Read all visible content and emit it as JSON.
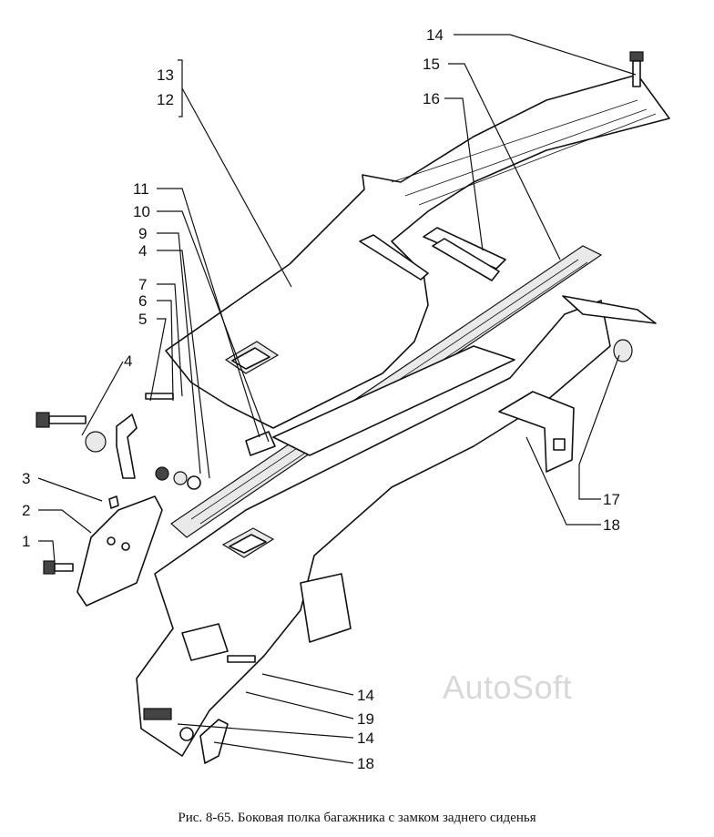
{
  "figure": {
    "caption": "Рис. 8-65. Боковая полка багажника с замком заднего сиденья",
    "watermark": "AutoSoft",
    "callouts": [
      {
        "id": "c14a",
        "label": "14"
      },
      {
        "id": "c15",
        "label": "15"
      },
      {
        "id": "c13",
        "label": "13"
      },
      {
        "id": "c12",
        "label": "12"
      },
      {
        "id": "c16",
        "label": "16"
      },
      {
        "id": "c11",
        "label": "11"
      },
      {
        "id": "c10",
        "label": "10"
      },
      {
        "id": "c9",
        "label": "9"
      },
      {
        "id": "c4a",
        "label": "4"
      },
      {
        "id": "c7",
        "label": "7"
      },
      {
        "id": "c6",
        "label": "6"
      },
      {
        "id": "c5",
        "label": "5"
      },
      {
        "id": "c4b",
        "label": "4"
      },
      {
        "id": "c3",
        "label": "3"
      },
      {
        "id": "c2",
        "label": "2"
      },
      {
        "id": "c1",
        "label": "1"
      },
      {
        "id": "c17",
        "label": "17"
      },
      {
        "id": "c18a",
        "label": "18"
      },
      {
        "id": "c14b",
        "label": "14"
      },
      {
        "id": "c19",
        "label": "19"
      },
      {
        "id": "c14c",
        "label": "14"
      },
      {
        "id": "c18b",
        "label": "18"
      }
    ]
  }
}
